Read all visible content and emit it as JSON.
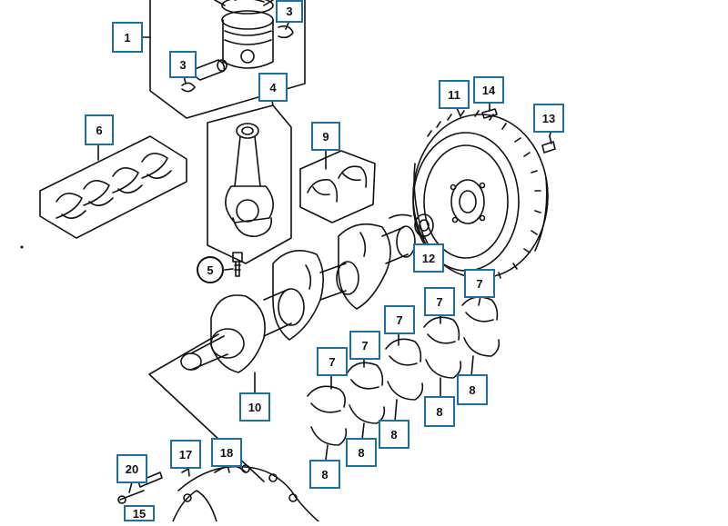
{
  "diagram": {
    "accent_color": "#1e6f9f",
    "line_color": "#111111",
    "callouts": [
      {
        "id": "c1",
        "label": "1"
      },
      {
        "id": "c3a",
        "label": "3"
      },
      {
        "id": "c3b",
        "label": "3"
      },
      {
        "id": "c4",
        "label": "4"
      },
      {
        "id": "c5",
        "label": "5"
      },
      {
        "id": "c6",
        "label": "6"
      },
      {
        "id": "c7a",
        "label": "7"
      },
      {
        "id": "c7b",
        "label": "7"
      },
      {
        "id": "c7c",
        "label": "7"
      },
      {
        "id": "c7d",
        "label": "7"
      },
      {
        "id": "c7e",
        "label": "7"
      },
      {
        "id": "c8a",
        "label": "8"
      },
      {
        "id": "c8b",
        "label": "8"
      },
      {
        "id": "c8c",
        "label": "8"
      },
      {
        "id": "c8d",
        "label": "8"
      },
      {
        "id": "c8e",
        "label": "8"
      },
      {
        "id": "c9",
        "label": "9"
      },
      {
        "id": "c10",
        "label": "10"
      },
      {
        "id": "c11",
        "label": "11"
      },
      {
        "id": "c12",
        "label": "12"
      },
      {
        "id": "c13",
        "label": "13"
      },
      {
        "id": "c14",
        "label": "14"
      },
      {
        "id": "c15",
        "label": "15"
      },
      {
        "id": "c17",
        "label": "17"
      },
      {
        "id": "c18",
        "label": "18"
      },
      {
        "id": "c20",
        "label": "20"
      }
    ],
    "parts": [
      {
        "name": "piston-assembly-part"
      },
      {
        "name": "piston-pin-part"
      },
      {
        "name": "connecting-rod-part"
      },
      {
        "name": "connecting-rod-bolt-part"
      },
      {
        "name": "connecting-rod-bearing-set-part"
      },
      {
        "name": "thrust-bearing-part"
      },
      {
        "name": "crankshaft-part"
      },
      {
        "name": "flywheel-part"
      },
      {
        "name": "oil-seal-part"
      },
      {
        "name": "flywheel-bolt-part"
      },
      {
        "name": "dowel-pin-part"
      },
      {
        "name": "main-bearing-upper-part"
      },
      {
        "name": "main-bearing-lower-part"
      },
      {
        "name": "rear-oil-seal-housing-part"
      }
    ]
  }
}
